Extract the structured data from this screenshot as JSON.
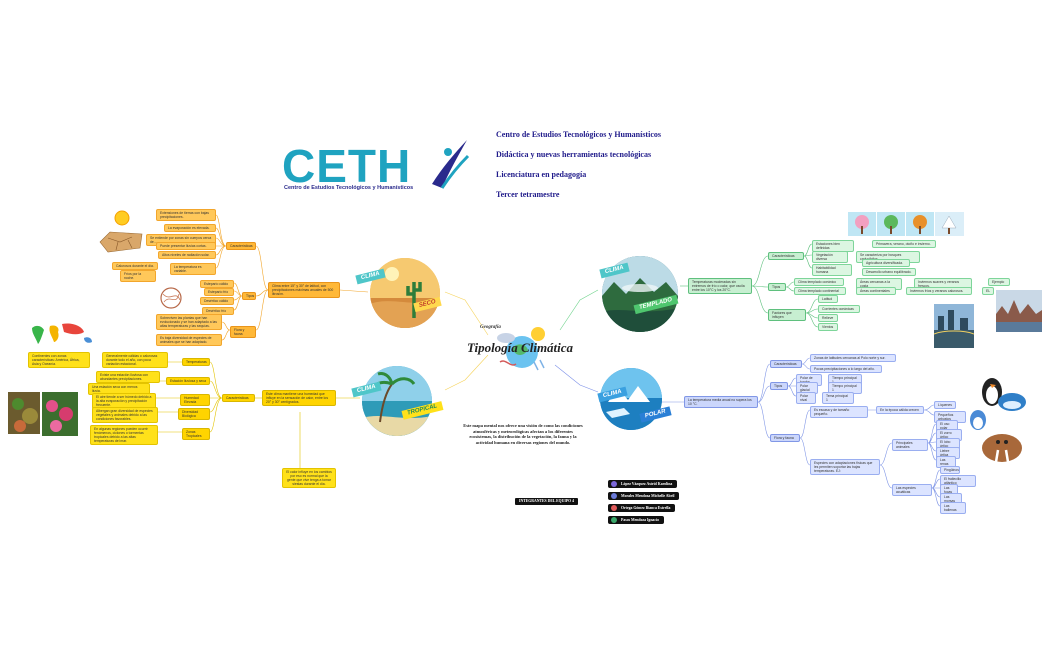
{
  "header": {
    "line1": "Centro de Estudios Tecnológicos y Humanísticos",
    "line2": "Didáctica y nuevas herramientas tecnológicas",
    "line3": "Licenciatura en pedagogía",
    "line4": "Tercer tetramestre"
  },
  "logo": {
    "word": "CETH",
    "tagline": "Centro de Estudios Tecnológicos y Humanísticos",
    "primary_color": "#1fa3c0",
    "accent_color": "#2a2a8c"
  },
  "center": {
    "subtitle": "Geografía",
    "title": "Tipología Climática"
  },
  "description": "Este mapa mental nos ofrece una visión de como las condiciones atmosféricas y meteorológicas afectan a los diferentes ecosistemas, la distribución de la vegetación, la fauna y la actividad humana en diversas regiones del mundo.",
  "team": {
    "label": "INTEGRANTES DEL EQUIPO 4",
    "members": [
      {
        "name": "López Vázquez Astrid Karolina",
        "color": "#7a66d9"
      },
      {
        "name": "Morales Mendoza Michelle Abril",
        "color": "#6a7ad8"
      },
      {
        "name": "Ortega Gómez Bianca Estrella",
        "color": "#e05a5a"
      },
      {
        "name": "Pasos Mendoza Ignacio",
        "color": "#3aa86b"
      }
    ]
  },
  "seco": {
    "ribbon1": "CLIMA",
    "ribbon2": "SECO",
    "main": "Clima entre 15° y 30° de latitud, con precipitaciones máximas anuales de 500 litros/m.",
    "caracteristicas": "Características",
    "tipos": "Tipos",
    "flora": "Flora y fauna",
    "c1": "Extensiones de tierras con bajas precipitaciones.",
    "c2": "La evaporación es elevada.",
    "c3": "Se extiende por zonas sin cuerpos cerca de...",
    "c4": "Puede presentar lluvias cortas.",
    "c5": "Altos niveles de radiación solar.",
    "c6": "Calurosos durante el día.",
    "c7": "Fríos por la noche.",
    "c8": "La temperatura es variable.",
    "t1": "Estepario cálido",
    "t2": "Estepario frío",
    "t3": "Desértico cálido",
    "t4": "Desértico frío",
    "f1": "Sobreviven las plantas que han evolucionado y se han adaptado a las altas temperaturas y las sequías.",
    "f2": "Es baja diversidad de especies de animales que se han adaptado."
  },
  "tropical": {
    "ribbon1": "CLIMA",
    "ribbon2": "TROPICAL",
    "main": "Este clima mantiene una humedad que influye en la sensación de calor, entre los 20° y 30° centígrados.",
    "extra": "El calor influye en los cambios por eso es normal que la gente que vive tenga a tomar siestas durante el día.",
    "caracteristicas": "Características",
    "temp": "Temperaturas",
    "est": "Estación lluviosa y seca",
    "hum": "Humedad Elevada",
    "div": "Diversidad Biológica",
    "zon": "Zonas Tropicales",
    "tempd": "Generalmente cálidas o calurosas durante todo el año, con poca variación estacional.",
    "contd": "Continentes con zonas características: América, África, Asia y Oceanía.",
    "estd1": "Existe una estación lluviosa con abundantes precipitaciones.",
    "estd2": "Una estación seca con menos lluvia.",
    "humd": "El aire tiende a ser húmedo debido a la alta evaporación y precipitación frecuente.",
    "divd": "Albergan gran diversidad de especies vegetales y animales debido a las condiciones favorables.",
    "zond": "En algunas regiones pueden ocurrir fenómenos, ciclones o tormentas tropicales debido a las altas temperaturas del mar."
  },
  "templado": {
    "ribbon1": "CLIMA",
    "ribbon2": "TEMPLADO",
    "main": "Temperaturas moderadas sin extremos de frío o calor, que oscila entre los 10°C y los 20°C.",
    "caracteristicas": "Características",
    "tipos": "Tipos",
    "factores": "Factores que influyen",
    "c1": "Estaciones bien definidas",
    "c1d": "Primavera, verano, otoño e invierno.",
    "c2": "Vegetación diversa",
    "c2d": "Se caracteriza por bosques caducifolios.",
    "c3": "Habitabilidad humana",
    "c3a": "Agricultura diversificada.",
    "c3b": "Desarrollo urbano equilibrado.",
    "t1": "Clima templado oceánico",
    "t1d": "Áreas cercanas a la costa",
    "t1e": "Inviernos suaves y veranos frescos.",
    "t1f": "Ejemplo",
    "t2": "Clima templado continental",
    "t2d": "Áreas continentales",
    "t2e": "Inviernos fríos y veranos calurosos.",
    "t2f": "EL",
    "f1": "Latitud",
    "f2": "Corrientes oceánicas",
    "f3": "Relieve",
    "f4": "Vientos"
  },
  "polar": {
    "ribbon1": "CLIMA",
    "ribbon2": "POLAR",
    "main": "La temperatura media anual no supera los 10 °C.",
    "caracteristicas": "Características",
    "tipos": "Tipos",
    "flora": "Flora y fauna",
    "c1": "Zonas de latitudes cercanas al Polo norte y sur.",
    "c2": "Pocas precipitaciones a lo largo del año.",
    "t1": "Polar de tundra",
    "t1d": "Tiempo principal 1",
    "t2": "Polar glacial",
    "t2d": "Tiempo principal 1",
    "t3": "Polar nival",
    "t3d": "Tema principal 1",
    "f1": "Es escasa y de tamaño pequeño.",
    "f1d": "En la época cálida crecen",
    "f1a": "Líquenes",
    "f1b": "Pequeños arbustos",
    "f2": "Especies con adaptaciones físicas que les permiten soportar las bajas temperaturas. EJ:",
    "f2a": "Principales animales",
    "f2b": "Las especies acuáticas",
    "a1": "El oso polar",
    "a2": "El zorro ártico",
    "a3": "El lobo ártico",
    "a4": "Liebre ártica",
    "a5": "Las renas",
    "b1": "Pingüinos",
    "b2": "El frailecillo atlántico",
    "b3": "Las focas",
    "b4": "Las morsas",
    "b5": "Las ballenas"
  }
}
